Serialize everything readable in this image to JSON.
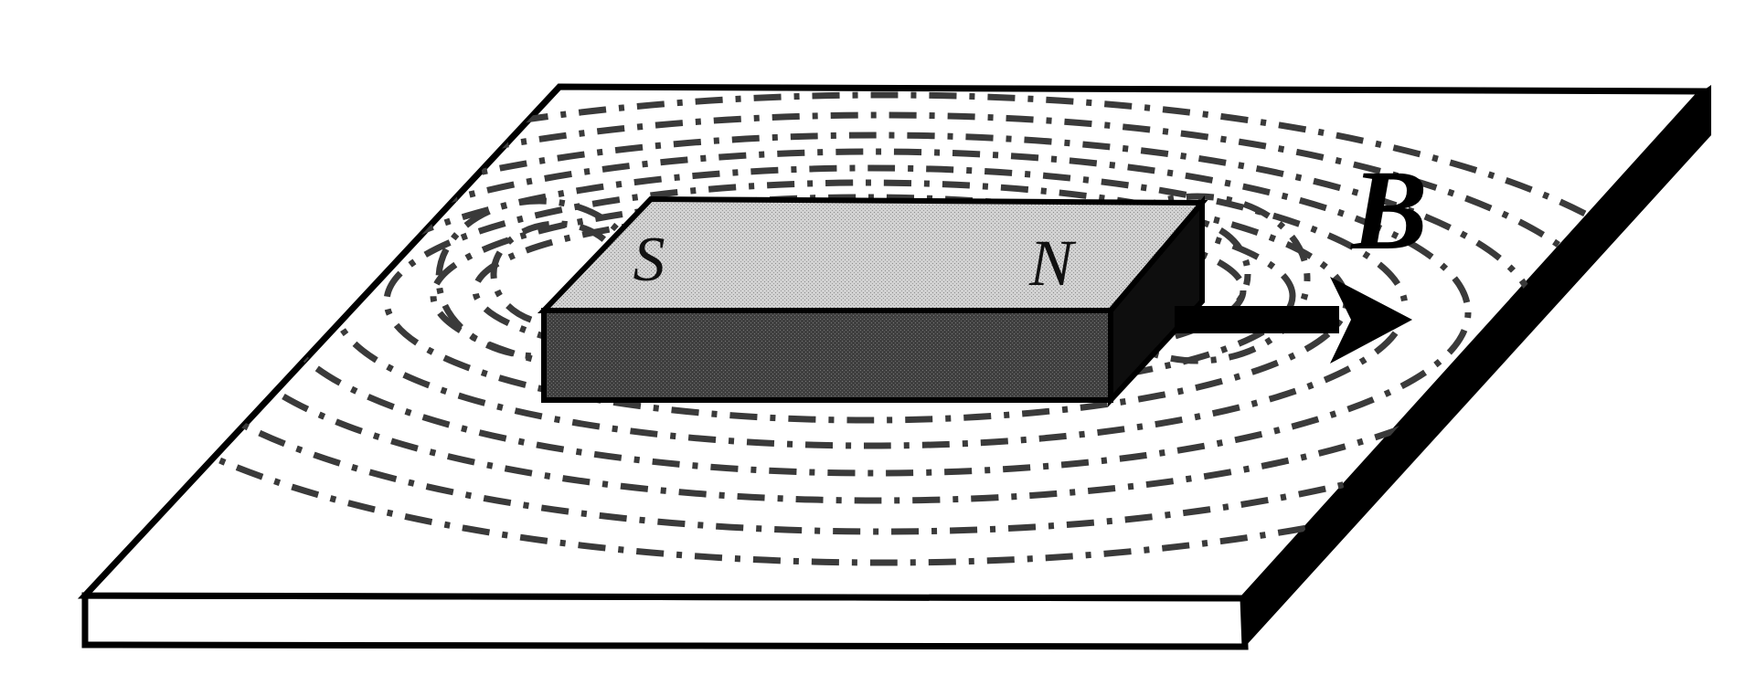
{
  "labels": {
    "south_pole": "S",
    "north_pole": "N",
    "field_vector": "B"
  },
  "colors": {
    "outline": "#000000",
    "plate_top": "#ffffff",
    "plate_edge": "#ffffff",
    "plate_side": "#000000",
    "magnet_top": "#c9c9c9",
    "magnet_front": "#3c3c3c",
    "magnet_end": "#0e0e0e",
    "field_line": "#3a3a3a",
    "arrow": "#000000"
  }
}
